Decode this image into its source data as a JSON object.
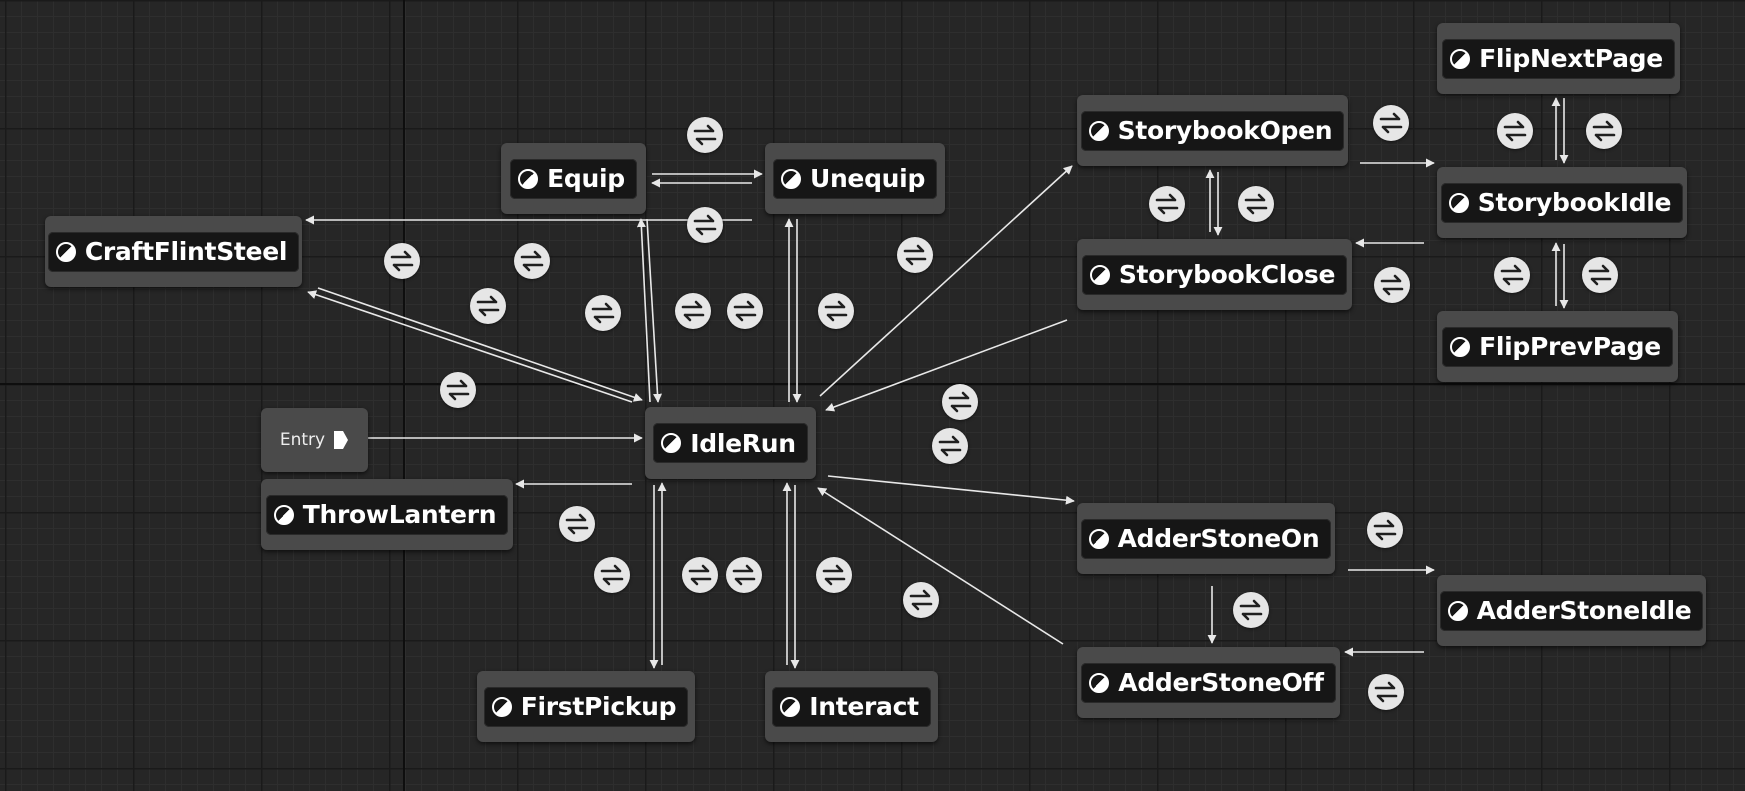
{
  "graph": {
    "entry_label": "Entry",
    "states": {
      "craft": "CraftFlintSteel",
      "equip": "Equip",
      "unequip": "Unequip",
      "idle": "IdleRun",
      "throw": "ThrowLantern",
      "firstpickup": "FirstPickup",
      "interact": "Interact",
      "sb_open": "StorybookOpen",
      "sb_close": "StorybookClose",
      "sb_idle": "StorybookIdle",
      "flip_next": "FlipNextPage",
      "flip_prev": "FlipPrevPage",
      "adder_on": "AdderStoneOn",
      "adder_off": "AdderStoneOff",
      "adder_idle": "AdderStoneIdle"
    },
    "state_icon": "state-half-circle-icon",
    "transition_icon": "transition-arrows-icon",
    "colors": {
      "background": "#262626",
      "node_border": "#4a4a4a",
      "node_inner": "#161616",
      "edge": "#e8e8e8",
      "transition_badge": "#e6e6e6"
    }
  }
}
